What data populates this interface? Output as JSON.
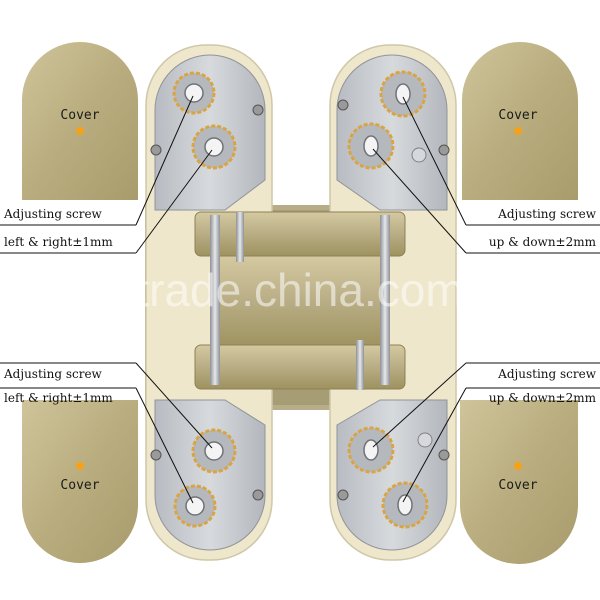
{
  "covers": {
    "top_left": "Cover",
    "top_right": "Cover",
    "bottom_left": "Cover",
    "bottom_right": "Cover"
  },
  "callouts": {
    "top_left": {
      "line1": "Adjusting screw",
      "line2": "left & right±1mm"
    },
    "top_right": {
      "line1": "Adjusting screw",
      "line2": "up & down±2mm"
    },
    "bottom_left": {
      "line1": "Adjusting screw",
      "line2": "left & right±1mm"
    },
    "bottom_right": {
      "line1": "Adjusting screw",
      "line2": "up & down±2mm"
    }
  },
  "watermark": "trade.china.com",
  "colors": {
    "cover_fill": "#b9ad7f",
    "cover_dot": "#f5a21a",
    "plate_silver": "#c9ccd0",
    "frame_cream": "#f2ecd3",
    "hinge_brass": "#b8ad84",
    "screw_ring": "#d9a441"
  }
}
